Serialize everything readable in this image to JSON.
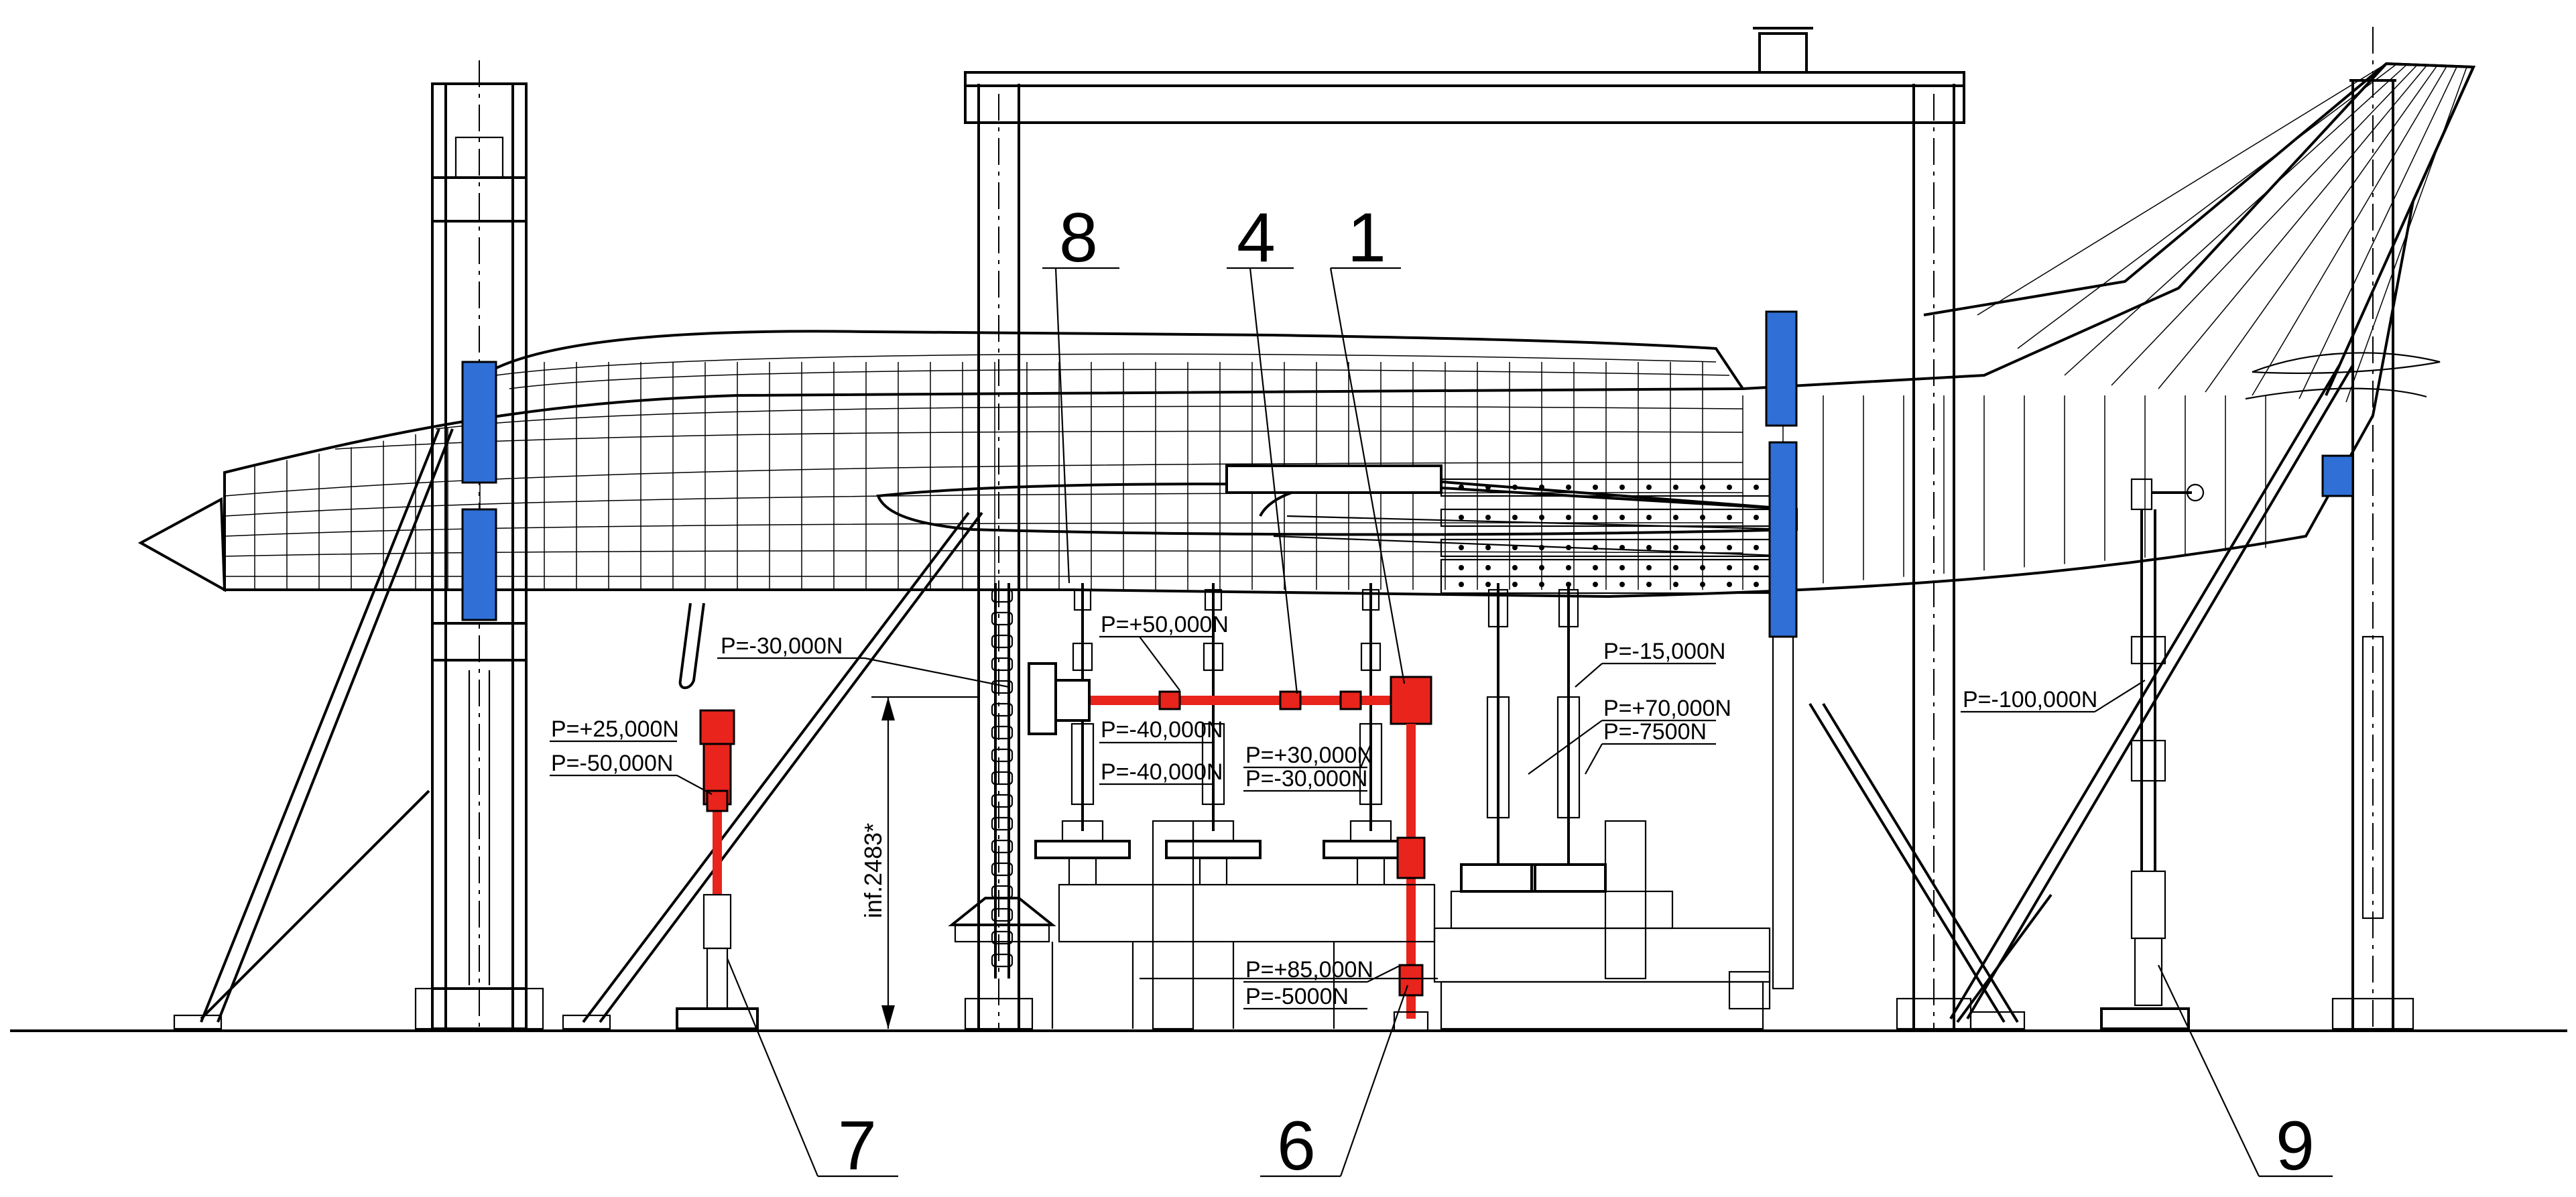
{
  "callouts": {
    "c8": "8",
    "c4": "4",
    "c1": "1",
    "c7": "7",
    "c6": "6",
    "c9": "9"
  },
  "loads": {
    "p_left_main": "P=-30,000N",
    "p_top_beam": "P=+50,000N",
    "p_mid_a": "P=-40,000N",
    "p_mid_b": "P=-40,000N",
    "p_mid_c": "P=+30,000N",
    "p_mid_d": "P=-30,000N",
    "p_right_a": "P=-15,000N",
    "p_right_b": "P=+70,000N",
    "p_right_c": "P=-7500N",
    "p_far_left_a": "P=+25,000N",
    "p_far_left_b": "P=-50,000N",
    "p_bottom_a": "P=+85,000N",
    "p_bottom_b": "P=-5000N",
    "p_far_right": "P=-100,000N"
  },
  "dimension": {
    "height_label": "inf.2483*"
  },
  "colors": {
    "loading_actuator": "#e8241c",
    "support_fitting": "#2f6fd6",
    "line": "#000000"
  }
}
